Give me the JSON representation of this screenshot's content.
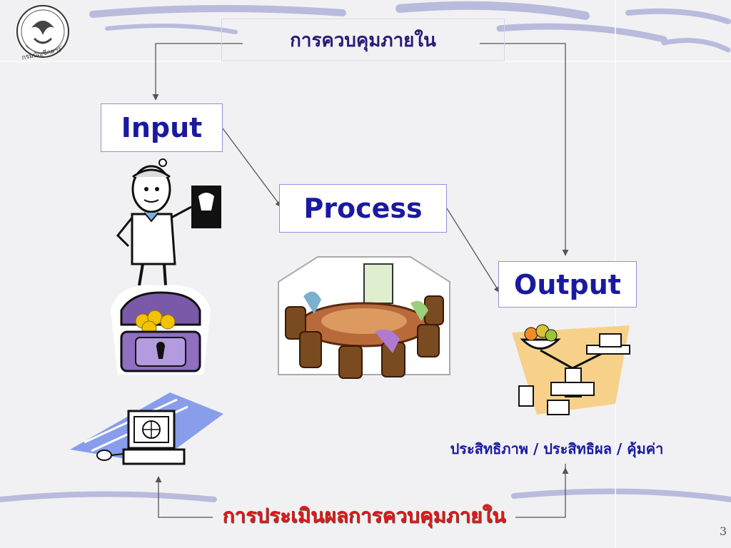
{
  "title": "การควบคุมภายใน",
  "boxes": {
    "input": "Input",
    "process": "Process",
    "output": "Output"
  },
  "result_text": "ประสิทธิภาพ / ประสิทธิผล / คุ้มค่า",
  "evaluation_text": "การประเมินผลการควบคุมภายใน",
  "logo_text": "กรมบัญชีกลาง",
  "page_number": "3",
  "colors": {
    "box_text": "#1a1aa0",
    "title_text": "#2a1a78",
    "evaluation_text": "#e01818",
    "box_border": "#8f93d6"
  }
}
